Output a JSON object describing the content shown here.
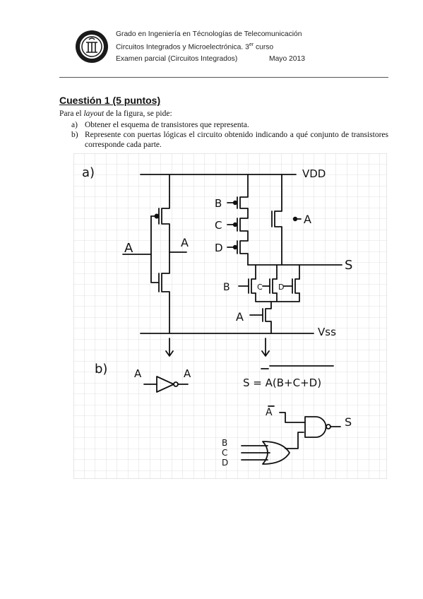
{
  "header": {
    "line1": "Grado en Ingeniería en Técnologías de Telecomunicación",
    "line2_main": "Circuitos Integrados y Microelectrónica. 3",
    "line2_sup": "er",
    "line2_end": " curso",
    "line3_left": "Examen parcial (Circuitos Integrados)",
    "line3_right": "Mayo 2013"
  },
  "question": {
    "title": "Cuestión 1 (5 puntos)",
    "intro_prefix": "Para el ",
    "intro_italic": "layout",
    "intro_suffix": " de la figura, se pide:",
    "items": [
      {
        "label": "a)",
        "text": "Obtener el esquema de transistores que representa."
      },
      {
        "label": "b)",
        "text": "Represente con puertas lógicas el circuito obtenido indicando a qué conjunto de transistores corresponde cada parte."
      }
    ]
  },
  "figure": {
    "part_a": "a)",
    "part_b": "b)",
    "vdd": "VDD",
    "vss": "Vss",
    "out": "S",
    "in_a": "A",
    "in_b": "B",
    "in_c": "C",
    "in_d": "D",
    "abar": "A",
    "equation": "S = A(B+C+D)"
  }
}
